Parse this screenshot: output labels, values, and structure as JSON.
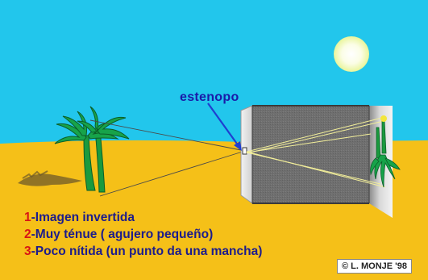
{
  "labels": {
    "pinhole": "estenopo"
  },
  "properties": [
    {
      "number": "1",
      "text": "-Imagen invertida"
    },
    {
      "number": "2",
      "text": "-Muy ténue ( agujero pequeño)"
    },
    {
      "number": "3",
      "text": "-Poco nítida (un punto da una mancha)"
    }
  ],
  "credit": "© L. MONJE '98",
  "colors": {
    "sky": "#22c6ec",
    "sand": "#f5c018",
    "sun": "#fbfde6",
    "palm": "#17a34a",
    "camera_body": "#6f6f6f",
    "ray": "#f3ef9a",
    "arrow": "#1f3fd0",
    "number_accent": "#d81414",
    "text": "#1c1c8c"
  }
}
